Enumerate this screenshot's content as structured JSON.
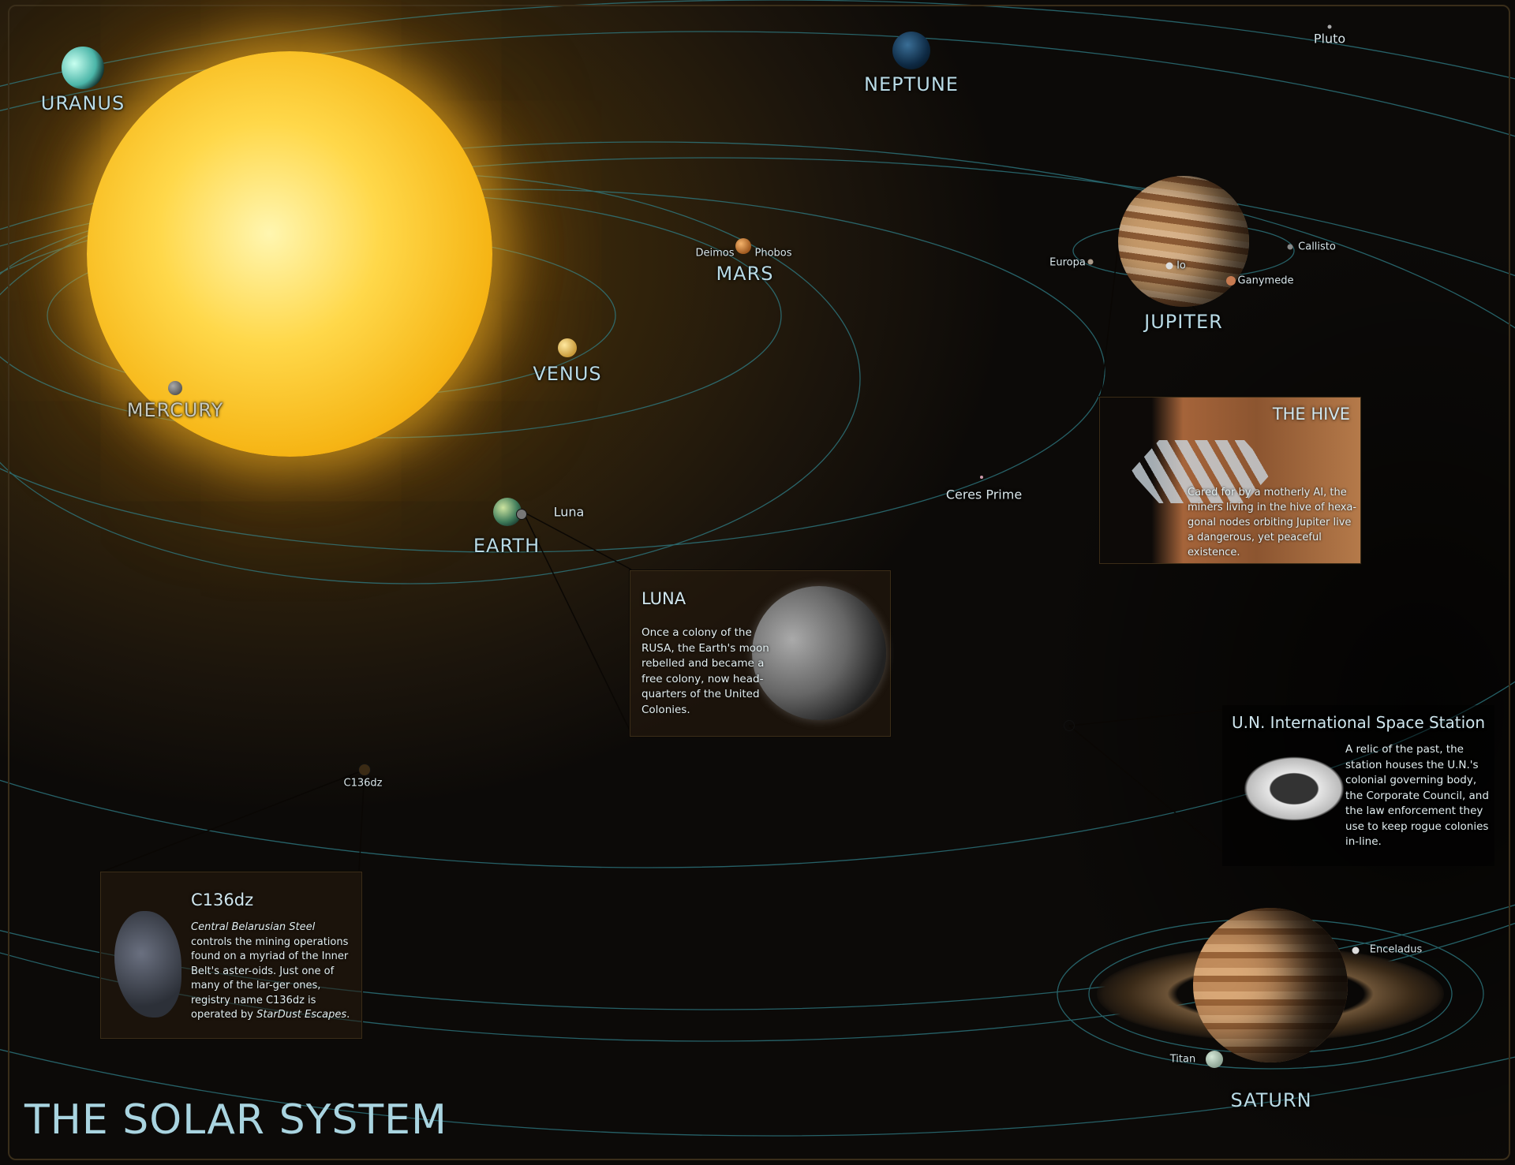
{
  "title": "THE SOLAR SYSTEM",
  "planets": {
    "uranus": "URANUS",
    "neptune": "NEPTUNE",
    "pluto": "Pluto",
    "mars": "MARS",
    "venus": "VENUS",
    "mercury": "MERCURY",
    "earth": "EARTH",
    "jupiter": "JUPITER",
    "saturn": "SATURN"
  },
  "moons": {
    "deimos": "Deimos",
    "phobos": "Phobos",
    "luna": "Luna",
    "europa": "Europa",
    "io": "Io",
    "callisto": "Callisto",
    "ganymede": "Ganymede",
    "titan": "Titan",
    "enceladus": "Enceladus"
  },
  "ceres": "Ceres Prime",
  "asteroid_label": "C136dz",
  "colors": {
    "sun": "#ffcf3a",
    "orbit": "#2f7f88",
    "label": "#b9dbe6"
  },
  "boxes": {
    "hive": {
      "title": "THE HIVE",
      "text": "Cared for by a motherly AI, the miners living in the hive of hexa-gonal nodes orbiting Jupiter live a dangerous, yet peaceful existence."
    },
    "luna": {
      "title": "LUNA",
      "text": "Once a colony of the RUSA, the Earth's moon rebelled and became a free colony, now head-quarters of the United Colonies."
    },
    "iss": {
      "title": "U.N. International Space Station",
      "text": "A relic of the past, the station houses the U.N.'s colonial governing body, the Corporate Council, and the law enforcement they use to keep rogue colonies in-line."
    },
    "c136dz": {
      "title": "C136dz",
      "text_em1": "Central Belarusian Steel",
      "text_mid": " controls the mining operations found on a myriad of the Inner Belt's aster-oids. Just one of many of the lar-ger ones, registry name C136dz is operated by ",
      "text_em2": "StarDust Escapes",
      "text_end": "."
    }
  }
}
